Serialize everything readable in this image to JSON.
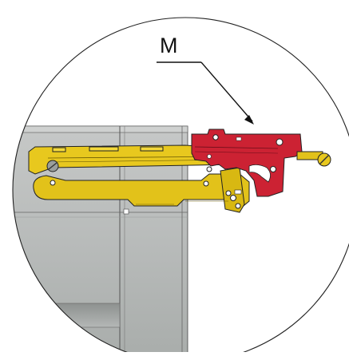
{
  "callout": {
    "label": "M"
  },
  "colors": {
    "latch": "#cc2233",
    "latch_dark": "#8a1020",
    "bracket": "#e2c21a",
    "bracket_dark": "#9a8207",
    "panel": "#b9bcba",
    "panel_light": "#c9cbca",
    "panel_dark": "#8e9290",
    "outline": "#222222"
  },
  "parts": {
    "panel": "door-panel",
    "bracket": "yellow-bracket-assembly",
    "latch": "red-latch-component"
  }
}
